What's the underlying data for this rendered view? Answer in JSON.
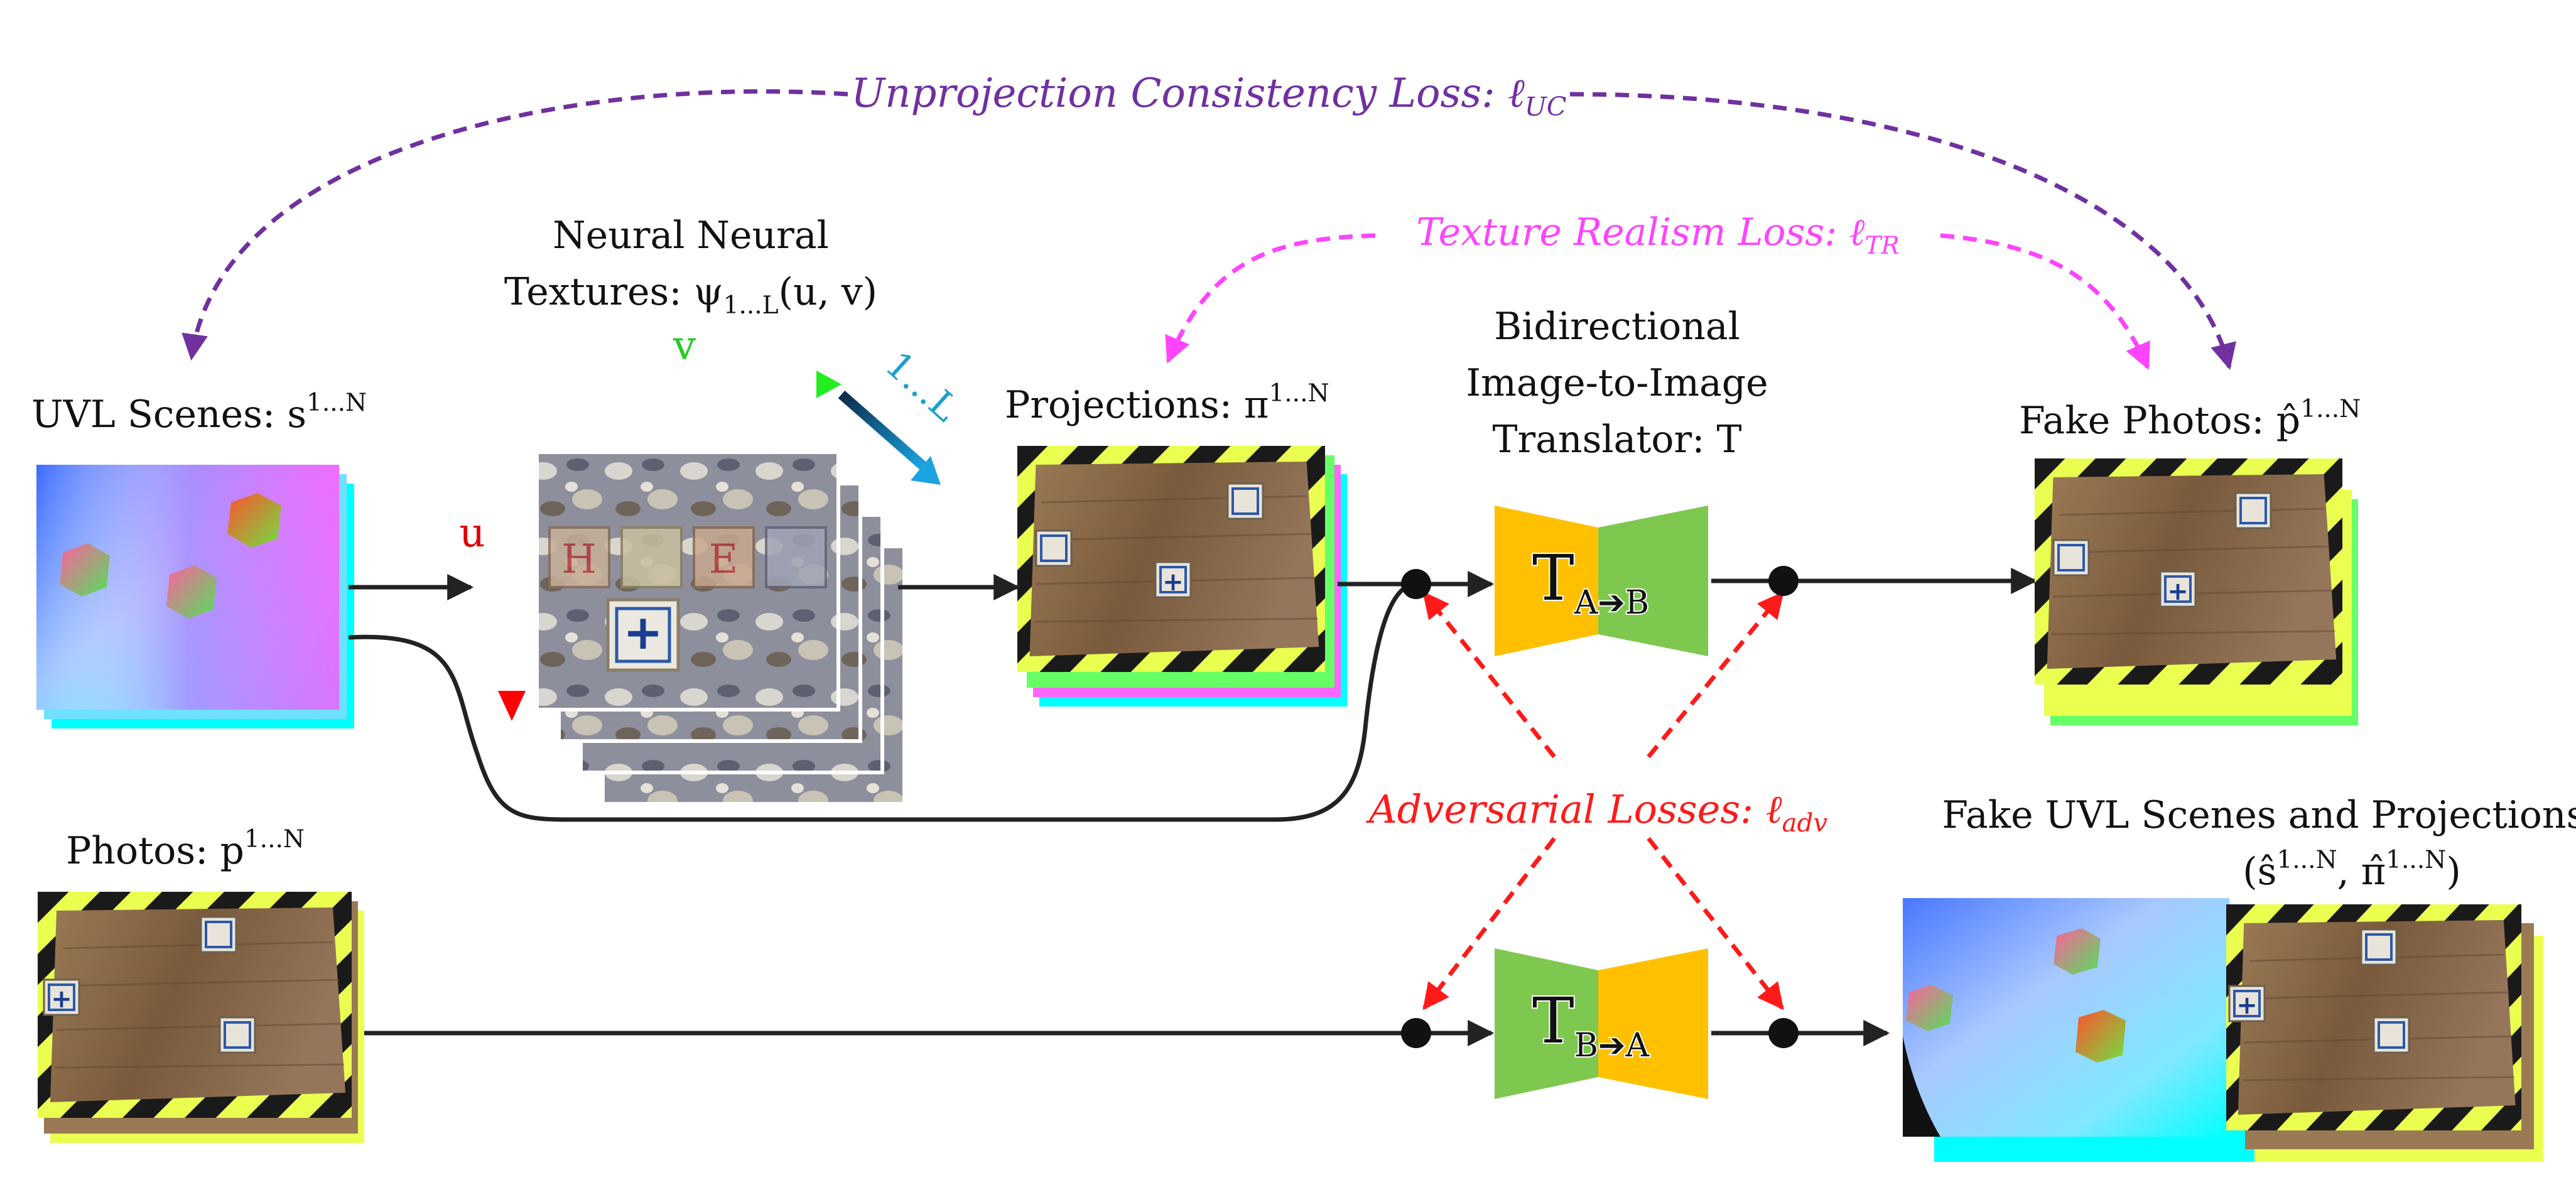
{
  "labels": {
    "uvl_scenes": "UVL Scenes: s",
    "uvl_scenes_sup": "1...N",
    "neural_line1": "Neural Neural",
    "neural_line2": "Textures: ψ",
    "neural_sub": "1...L",
    "neural_args": "(u, v)",
    "axis_v": "v",
    "axis_u": "u",
    "axis_L": "1...L",
    "projections": "Projections: π",
    "projections_sup": "1...N",
    "translator_line1": "Bidirectional",
    "translator_line2": "Image-to-Image",
    "translator_line3": "Translator: T",
    "fake_photos": "Fake Photos: p̂",
    "fake_photos_sup": "1...N",
    "photos": "Photos: p",
    "photos_sup": "1...N",
    "fake_uvl_line1": "Fake UVL Scenes and Projections:",
    "fake_uvl_open": "(ŝ",
    "fake_uvl_sup1": "1...N",
    "fake_uvl_mid": ", π̂",
    "fake_uvl_sup2": "1...N",
    "fake_uvl_close": ")",
    "t_ab_T": "T",
    "t_ab_sub": "A➔B",
    "t_ba_T": "T",
    "t_ba_sub": "B➔A"
  },
  "losses": {
    "unprojection": "Unprojection Consistency Loss: ℓ",
    "unprojection_sub": "UC",
    "texture": "Texture Realism Loss: ℓ",
    "texture_sub": "TR",
    "adversarial": "Adversarial Losses: ℓ",
    "adversarial_sub": "adv"
  },
  "colors": {
    "unprojection": "#7030a0",
    "texture": "#ff44ff",
    "adversarial": "#ff1a1a",
    "axis_v": "#22cc22",
    "axis_u": "#e00000",
    "axis_L": "#1a9fd0",
    "translator_orange": "#ffc000",
    "translator_green": "#7ec850",
    "hazard_yellow": "#eaff50",
    "wood": "#8a6a48"
  }
}
